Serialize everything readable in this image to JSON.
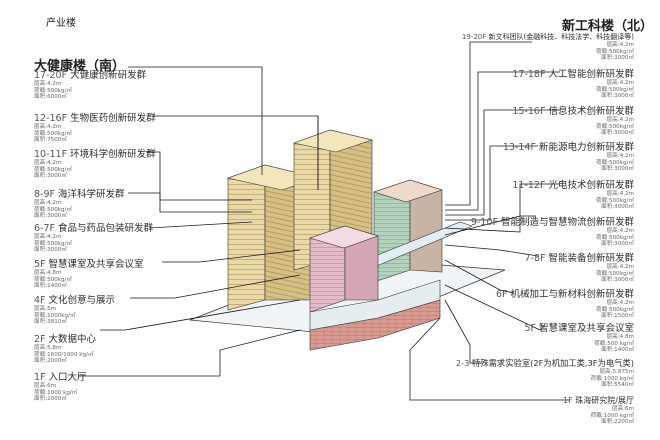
{
  "header": {
    "industry_label": "产业楼",
    "south_title": "大健康楼（南）",
    "north_title": "新工科楼（北）"
  },
  "left_floors": [
    {
      "floors": "17-20F",
      "name": "大健康创新研发群",
      "specs": [
        "层高:4.2m",
        "荷载:500kg/㎡",
        "面积:6000㎡"
      ]
    },
    {
      "floors": "12-16F",
      "name": "生物医药创新研发群",
      "specs": [
        "层高:4.2m",
        "荷载:500kg/㎡",
        "面积:7500㎡"
      ]
    },
    {
      "floors": "10-11F",
      "name": "环境科学创新研发群",
      "specs": [
        "层高:4.2m",
        "荷载:500kg/㎡",
        "面积:3000㎡"
      ]
    },
    {
      "floors": "8-9F",
      "name": "海洋科学研发群",
      "specs": [
        "层高:4.2m",
        "荷载:500kg/㎡",
        "面积:3000㎡"
      ]
    },
    {
      "floors": "6-7F",
      "name": "食品与药品包装研发群",
      "specs": [
        "层高:4.2m",
        "荷载:500kg/㎡",
        "面积:3000㎡"
      ]
    },
    {
      "floors": "5F",
      "name": "智慧课室及共享会议室",
      "specs": [
        "层高:4.8m",
        "荷载:500kg/㎡",
        "面积:1400㎡"
      ]
    },
    {
      "floors": "4F",
      "name": "文化创意与展示",
      "specs": [
        "层高:5m",
        "荷载:1000kg/㎡",
        "面积:3810㎡"
      ]
    },
    {
      "floors": "2F",
      "name": "大数据中心",
      "specs": [
        "层高:5.8m",
        "荷载:1600/1000 kg/㎡",
        "面积:2000㎡"
      ]
    },
    {
      "floors": "1F",
      "name": "入口大厅",
      "specs": [
        "层高:6m",
        "荷载:1000 kg/㎡",
        "面积:2000㎡"
      ]
    }
  ],
  "right_floors": [
    {
      "floors": "19-20F",
      "name": "新文科团队(金融科技、科技法学、科技翻译等)",
      "specs": [
        "层高:4.2m",
        "荷载:500kg/㎡",
        "面积:3000㎡"
      ]
    },
    {
      "floors": "17-18F",
      "name": "人工智能创新研发群",
      "specs": [
        "层高:4.2m",
        "荷载:500kg/㎡",
        "面积:3000㎡"
      ]
    },
    {
      "floors": "15-16F",
      "name": "信息技术创新研发群",
      "specs": [
        "层高:4.2m",
        "荷载:500kg/㎡",
        "面积:3000㎡"
      ]
    },
    {
      "floors": "13-14F",
      "name": "新能源电力创新研发群",
      "specs": [
        "层高:4.2m",
        "荷载:500kg/㎡",
        "面积:3000㎡"
      ]
    },
    {
      "floors": "11-12F",
      "name": "光电技术创新研发群",
      "specs": [
        "层高:4.2m",
        "荷载:500kg/㎡",
        "面积:3000㎡"
      ]
    },
    {
      "floors": "9-10F",
      "name": "智能制造与智慧物流创新研发群",
      "specs": [
        "层高:4.2m",
        "荷载:500kg/㎡",
        "面积:3000㎡"
      ]
    },
    {
      "floors": "7-8F",
      "name": "智能装备创新研发群",
      "specs": [
        "层高:4.2m",
        "荷载:500kg/㎡",
        "面积:3000㎡"
      ]
    },
    {
      "floors": "6F",
      "name": "机械加工与新材料创新研发群",
      "specs": [
        "层高:4.2m",
        "荷载:500kg/㎡",
        "面积:1500㎡"
      ]
    },
    {
      "floors": "5F",
      "name": "智慧课室及共享会议室",
      "specs": [
        "层高:4.8m",
        "荷载:500 kg/㎡",
        "面积:1400㎡"
      ]
    },
    {
      "floors": "2-3",
      "name": "特殊需求实验室(2F为机加工类,3F为电气类)",
      "specs": [
        "层高:5.875m",
        "荷载:1000 kg/㎡",
        "面积:5540㎡"
      ]
    },
    {
      "floors": "1F",
      "name": "珠海研究院/展厅",
      "specs": [
        "层高:6m",
        "荷载:1000 kg/㎡",
        "面积:2200㎡"
      ]
    }
  ],
  "colors": {
    "tower_tan": "#e9d7a4",
    "tower_tan_dark": "#d4bd80",
    "stripe": "#b89d5c",
    "pink": "#e4b8c6",
    "pink_dark": "#c99aab",
    "green": "#a9cdb5",
    "green_dark": "#8eb59c",
    "podium_blue": "#dfe8ee",
    "base_red": "#d99a92",
    "leader": "#1a1a1a"
  }
}
